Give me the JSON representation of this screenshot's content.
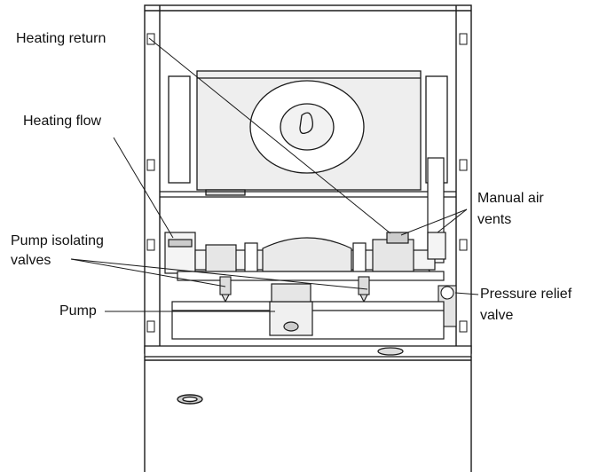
{
  "labels": {
    "heating_return": "Heating return",
    "heating_flow": "Heating flow",
    "manual_air_vents_line1": "Manual air",
    "manual_air_vents_line2": "vents",
    "pump_isolating_valves_line1": "Pump isolating",
    "pump_isolating_valves_line2": "valves",
    "pump": "Pump",
    "pressure_relief_valve_line1": "Pressure relief",
    "pressure_relief_valve_line2": "valve"
  },
  "colors": {
    "line": "#1a1a1a",
    "shade": "#d8d8d8",
    "background": "#ffffff"
  }
}
